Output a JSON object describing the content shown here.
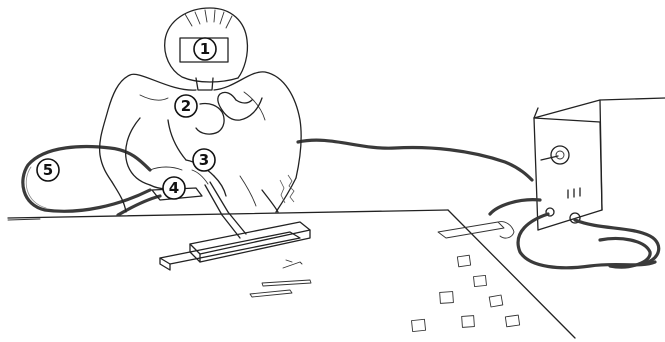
{
  "labels": {
    "one": "1",
    "two": "2",
    "three": "3",
    "four": "4",
    "five": "5"
  },
  "colors": {
    "ink": "#222222",
    "cable": "#3a3a3a",
    "paper": "#ffffff"
  },
  "icons": {
    "helmet": "welding-helmet-icon",
    "machine": "welding-machine-icon"
  }
}
